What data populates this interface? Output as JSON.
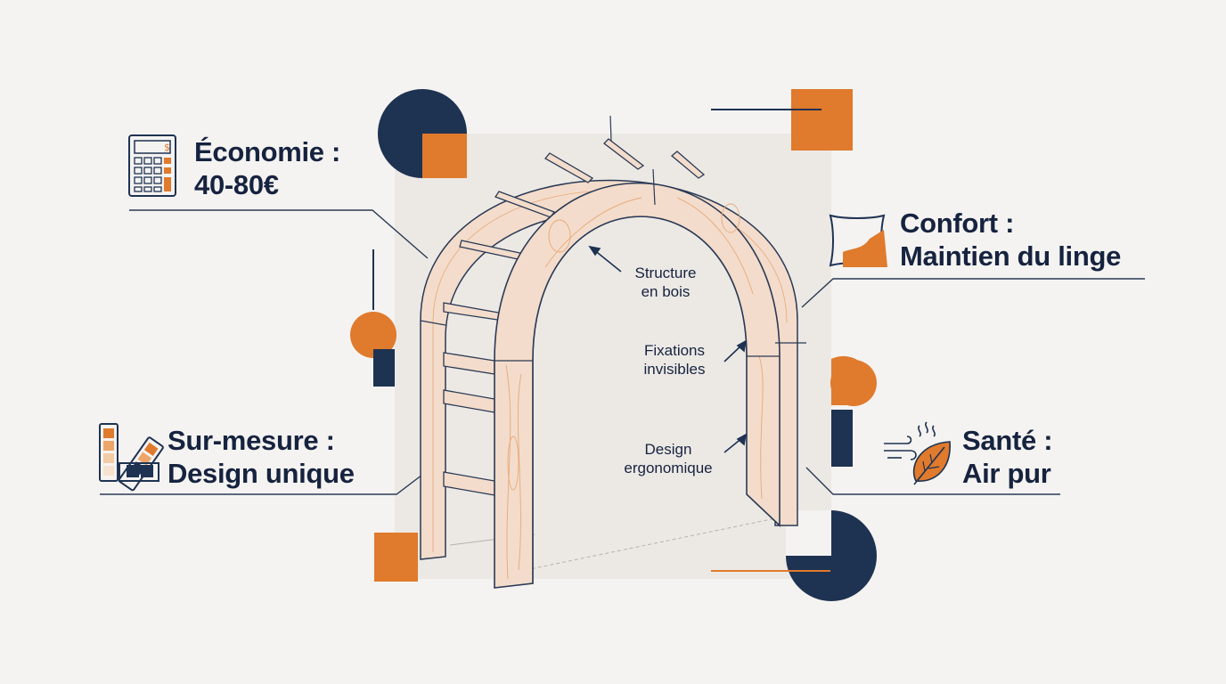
{
  "callouts": {
    "economie": {
      "title": "Économie :",
      "detail": "40-80€"
    },
    "confort": {
      "title": "Confort :",
      "detail": "Maintien du linge"
    },
    "surmesure": {
      "title": "Sur-mesure :",
      "detail": "Design unique"
    },
    "sante": {
      "title": "Santé :",
      "detail": "Air pur"
    }
  },
  "annotations": {
    "structure": [
      "Structure",
      "en bois"
    ],
    "fixations": [
      "Fixations",
      "invisibles"
    ],
    "design": [
      "Design",
      "ergonomique"
    ]
  },
  "icons": {
    "economie": "calculator-icon",
    "confort": "pillow-icon",
    "surmesure": "color-swatch-icon",
    "sante": "leaf-air-icon"
  },
  "colors": {
    "navy": "#1e3252",
    "orange": "#e07a2c",
    "wood": "#f3dccb",
    "wood_grain": "#e8a878",
    "line": "#2b3a55",
    "background": "#f4f3f1"
  }
}
